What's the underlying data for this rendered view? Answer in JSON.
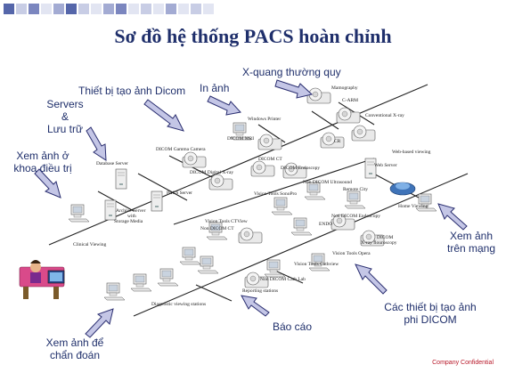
{
  "title": "Sơ đồ hệ thống PACS hoàn chỉnh",
  "footer": "Company Confidential",
  "callouts": {
    "xray_routine": "X-quang thường quy",
    "dicom_imaging": "Thiết bị tạo ảnh Dicom",
    "print": "In ảnh",
    "servers_line1": "Servers",
    "servers_line2": "&",
    "servers_line3": "Lưu trữ",
    "view_dept_line1": "Xem ảnh ở",
    "view_dept_line2": "khoa điều trị",
    "view_web_line1": "Xem ảnh",
    "view_web_line2": "trên mạng",
    "non_dicom_line1": "Các thiết bị tạo ảnh",
    "non_dicom_line2": "phi DICOM",
    "report": "Báo cáo",
    "diagnose_line1": "Xem ảnh để",
    "diagnose_line2": "chẩn đoán"
  },
  "device_labels": {
    "mamography": "Mamography",
    "c_arm": "C-ARM",
    "conventional_xray": "Conventional X-ray",
    "windows_printer": "Windows Printer",
    "dicom_mri": "DICOM MRI",
    "dicom_gamma_camera": "DICOM Gamma Camera",
    "dicom_digital_xray": "DICOM Digital X-ray",
    "dicom_ct": "DICOM CT",
    "dicom_endoscopy_top": "DICOM Endoscopy",
    "cr": "CR",
    "web_based_viewing": "Web-based viewing",
    "web_server": "Web Server",
    "database_server": "Database Server",
    "pacs_server": "PACS Server",
    "archive_server_line1": "Archive Server",
    "archive_server_line2": "with",
    "archive_server_line3": "Storage Media",
    "vision_tools_sonopro": "Vision Tools SonoPro",
    "non_dicom_ultrasound": "Non DICOM Ultrasound",
    "remote_city": "Remote City",
    "home_viewing": "Home Viewing",
    "clinical_viewing": "Clinical Viewing",
    "vision_tools_ctview": "Vision Tools CTView",
    "non_dicom_ct": "Non DICOM CT",
    "endo": "ENDO",
    "non_dicom_endoscopy": "Non DICOM Endoscopy",
    "dicom_xray_flouroscopy_line1": "DICOM",
    "dicom_xray_flouroscopy_line2": "X-ray flouroscopy",
    "vision_tools_opera": "Vision Tools Opera",
    "vision_tools_cathview": "Vision Tools Cathview",
    "non_dicom_cath_lab": "Non DICOM Cath Lab",
    "reporting_stations": "Reporting stations",
    "diagnostic_viewing_stations": "Diagnostic viewing stations"
  },
  "colors": {
    "title": "#1f2f6b",
    "callout_text": "#1f2f6b",
    "arrow_fill": "#c4c6e6",
    "arrow_stroke": "#2a2e70",
    "network_line": "#222222",
    "footer": "#b8192a",
    "top_squares": [
      "#5566aa",
      "#7b86bf",
      "#a3abd3",
      "#c8cde5",
      "#e2e5f2"
    ]
  }
}
